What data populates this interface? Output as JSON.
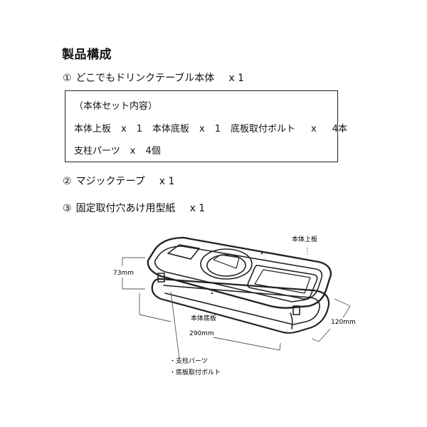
{
  "title": "製品構成",
  "items": [
    {
      "num": "①",
      "name": "どこでもドリンクテーブル本体",
      "qty": "x 1"
    },
    {
      "num": "②",
      "name": "マジックテープ",
      "qty": "x 1"
    },
    {
      "num": "③",
      "name": "固定取付穴あけ用型紙",
      "qty": "x 1"
    }
  ],
  "set_box": {
    "heading": "（本体セット内容）",
    "parts": [
      {
        "name": "本体上板",
        "qty_x": "x",
        "qty_n": "1"
      },
      {
        "name": "本体底板",
        "qty_x": "x",
        "qty_n": "1"
      },
      {
        "name": "底板取付ボルト",
        "qty_x": "x",
        "qty_n": "4本"
      },
      {
        "name": "支柱パーツ",
        "qty_x": "x",
        "qty_n": "4個"
      }
    ]
  },
  "diagram": {
    "label_top_plate": "本体上板",
    "label_bottom_plate": "本体底板",
    "dim_height": "73mm",
    "dim_length": "290mm",
    "dim_width": "120mm",
    "label_pillar": "・支柱パーツ",
    "label_bolt": "・底板取付ボルト"
  },
  "colors": {
    "line": "#222222",
    "dim_line": "#555555"
  }
}
